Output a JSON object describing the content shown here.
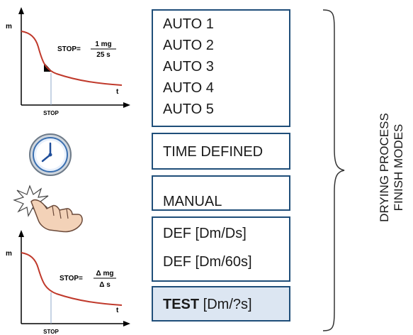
{
  "graph_top": {
    "y_label": "m",
    "x_label": "t",
    "stop_label": "STOP",
    "formula_prefix": "STOP=",
    "formula_num": "1 mg",
    "formula_den": "25 s"
  },
  "graph_bottom": {
    "y_label": "m",
    "x_label": "t",
    "stop_label": "STOP",
    "formula_prefix": "STOP=",
    "formula_num": "Δ mg",
    "formula_den": "Δ s"
  },
  "auto_modes": [
    "AUTO 1",
    "AUTO 2",
    "AUTO 3",
    "AUTO 4",
    "AUTO 5"
  ],
  "time_defined": "TIME DEFINED",
  "manual": "MANUAL",
  "def_modes": [
    {
      "bold": "",
      "label": "DEF [Dm/Ds]"
    },
    {
      "bold": "",
      "label": "DEF [Dm/60s]"
    }
  ],
  "test_mode": {
    "bold": "TEST",
    "label": " [Dm/?s]"
  },
  "side_label": {
    "line1": "DRYING PROCESS",
    "line2": "FINISH MODES"
  },
  "colors": {
    "border": "#1f4e79",
    "curve": "#c0392b",
    "highlight": "#dce6f2"
  }
}
